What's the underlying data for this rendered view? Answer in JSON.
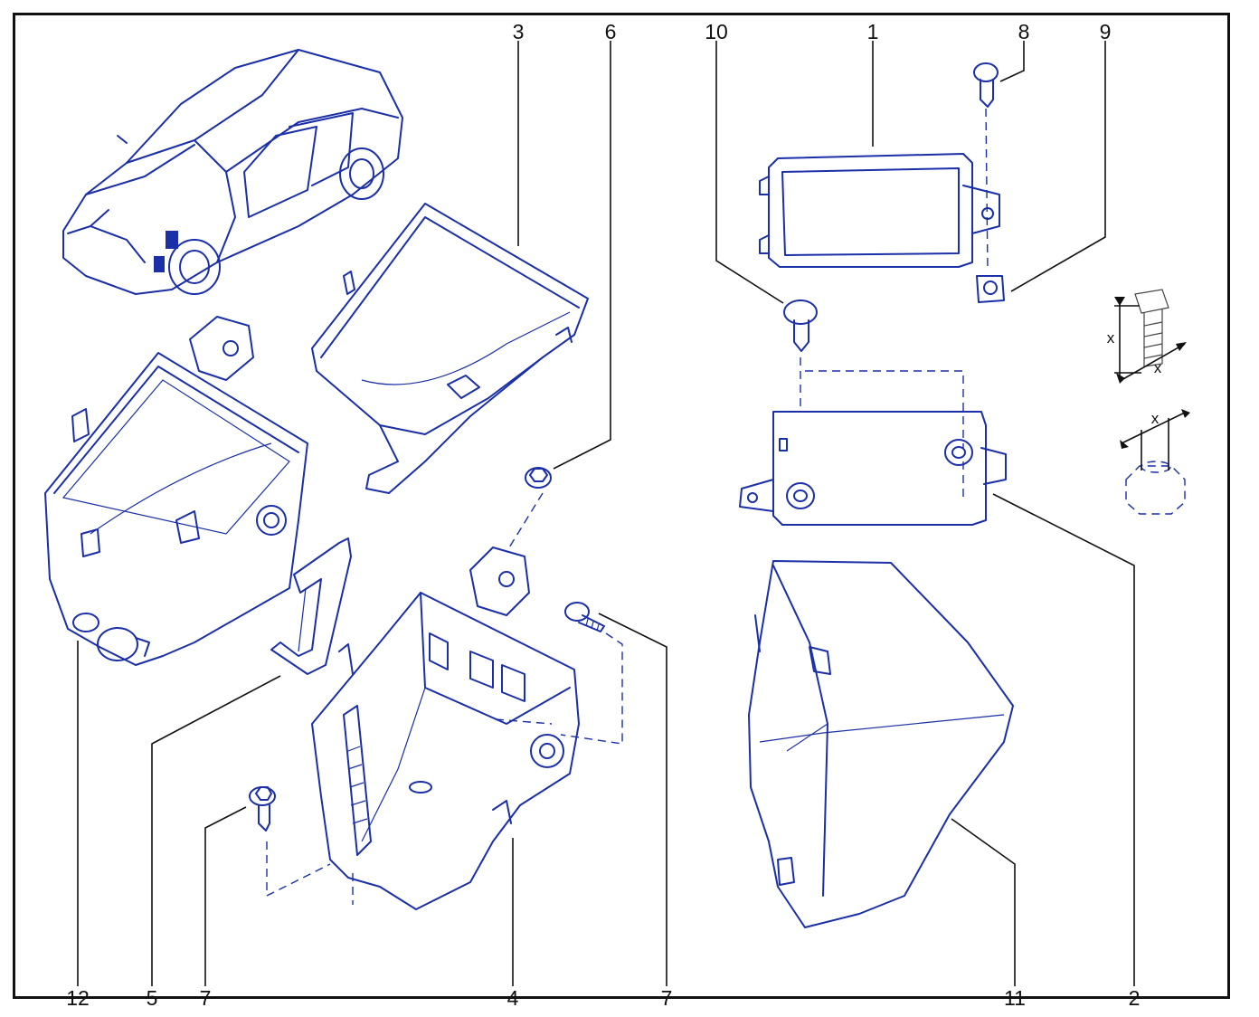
{
  "colors": {
    "line": "#1a2fa8",
    "fill": "#eef1fb",
    "leader": "#111111",
    "frame": "#111111"
  },
  "callouts": [
    {
      "id": "c1",
      "label": "1"
    },
    {
      "id": "c2",
      "label": "2"
    },
    {
      "id": "c3",
      "label": "3"
    },
    {
      "id": "c4",
      "label": "4"
    },
    {
      "id": "c5",
      "label": "5"
    },
    {
      "id": "c6",
      "label": "6"
    },
    {
      "id": "c7a",
      "label": "7"
    },
    {
      "id": "c7b",
      "label": "7"
    },
    {
      "id": "c8",
      "label": "8"
    },
    {
      "id": "c9",
      "label": "9"
    },
    {
      "id": "c10",
      "label": "10"
    },
    {
      "id": "c11",
      "label": "11"
    },
    {
      "id": "c12",
      "label": "12"
    }
  ],
  "dimension_labels": [
    "x",
    "x",
    "x"
  ]
}
